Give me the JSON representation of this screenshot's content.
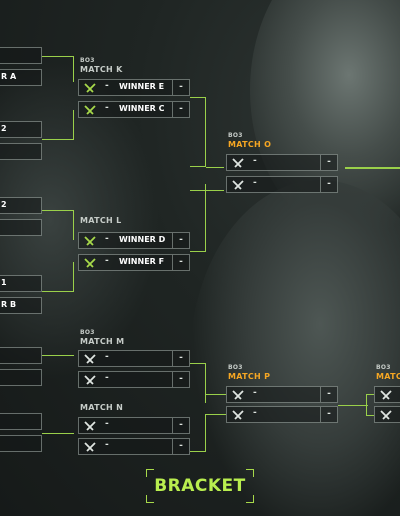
{
  "colors": {
    "accent_green": "#9ad04a",
    "accent_orange": "#f5a623",
    "text_white": "#ffffff",
    "bo_gray": "#c6ccc8"
  },
  "left_partials": {
    "r1": "R A",
    "r2": "2",
    "r3": "2",
    "r4": "1",
    "r5": "R B"
  },
  "match_k": {
    "bo": "BO3",
    "title": "MATCH K",
    "team1": "WINNER E",
    "team2": "WINNER C",
    "score1": "-",
    "score2": "-"
  },
  "match_l": {
    "bo": "",
    "title": "MATCH L",
    "team1": "WINNER D",
    "team2": "WINNER F",
    "score1": "-",
    "score2": "-"
  },
  "match_m": {
    "bo": "BO3",
    "title": "MATCH M",
    "team1": "",
    "team2": "",
    "score1": "-",
    "score2": "-"
  },
  "match_n": {
    "bo": "",
    "title": "MATCH N",
    "team1": "",
    "team2": "",
    "score1": "-",
    "score2": "-"
  },
  "match_o": {
    "bo": "BO3",
    "title": "MATCH O",
    "team1": "",
    "team2": "",
    "score1": "-",
    "score2": "-"
  },
  "match_p": {
    "bo": "BO3",
    "title": "MATCH P",
    "team1": "",
    "team2": "",
    "score1": "-",
    "score2": "-"
  },
  "match_q": {
    "bo": "BO3",
    "title": "MATC"
  },
  "footer": {
    "label": "BRACKET"
  },
  "icons": {
    "team_logo": "valorant-champions-logo-icon"
  }
}
